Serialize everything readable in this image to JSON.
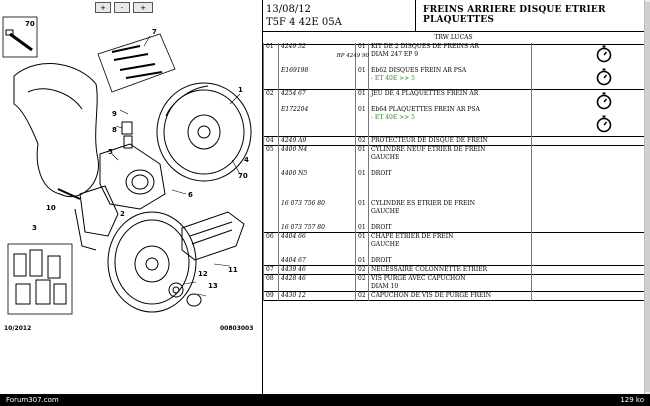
{
  "toolbar": {
    "zoom_in": "+",
    "zoom_out": "-",
    "zoom_fit": "+"
  },
  "diagram": {
    "callouts": [
      "70",
      "7",
      "9",
      "8",
      "1",
      "6",
      "5",
      "10",
      "2",
      "3",
      "11",
      "12",
      "13",
      "70",
      "4"
    ],
    "date_code": "10/2012",
    "ref_code": "00803003"
  },
  "header": {
    "date": "13/08/12",
    "ref": "T5F 4 42E 05A",
    "title": "FREINS ARRIERE DISQUE ETRIER PLAQUETTES"
  },
  "brand": "TRW LUCAS",
  "rows": [
    {
      "num": "01",
      "parts": [
        {
          "ref": "4249 52",
          "qty": "01",
          "desc": "KIT DE 2 DISQUES DE FREINS AR",
          "desc2": "DIAM 247 EP 9",
          "rp": "RP 4249 90",
          "stop": true
        },
        {
          "ref": "E169198",
          "qty": "01",
          "desc": "Eb62 DISQUES FREIN AR PSA",
          "note": "- ET 40E >> 5",
          "stop": true
        }
      ]
    },
    {
      "num": "02",
      "parts": [
        {
          "ref": "4254 67",
          "qty": "01",
          "desc": "JEU DE 4 PLAQUETTES FREIN AR",
          "stop": true
        },
        {
          "ref": "E172204",
          "qty": "01",
          "desc": "Eb64 PLAQUETTES FREIN AR PSA",
          "note": "- ET 40E >> 5",
          "stop": true
        }
      ]
    },
    {
      "num": "04",
      "parts": [
        {
          "ref": "4249 A9",
          "qty": "02",
          "desc": "PROTECTEUR DE DISQUE DE FREIN"
        }
      ]
    },
    {
      "num": "05",
      "parts": [
        {
          "ref": "4400 N4",
          "qty": "01",
          "desc": "CYLINDRE NEUF ETRIER DE FREIN",
          "desc2": "GAUCHE"
        },
        {
          "ref": "4400 N5",
          "qty": "01",
          "desc": "DROIT"
        },
        {
          "ref": "16 073 756 80",
          "qty": "01",
          "desc": "CYLINDRE ES ETRIER DE FREIN",
          "desc2": "GAUCHE"
        },
        {
          "ref": "16 073 757 80",
          "qty": "01",
          "desc": "DROIT"
        }
      ]
    },
    {
      "num": "06",
      "parts": [
        {
          "ref": "4404 66",
          "qty": "01",
          "desc": "CHAPE ETRIER DE FREIN",
          "desc2": "GAUCHE"
        },
        {
          "ref": "4404 67",
          "qty": "01",
          "desc": "DROIT"
        }
      ]
    },
    {
      "num": "07",
      "parts": [
        {
          "ref": "4439 46",
          "qty": "02",
          "desc": "NECESSAIRE COLONNETTE ETRIER"
        }
      ]
    },
    {
      "num": "08",
      "parts": [
        {
          "ref": "4428 46",
          "qty": "02",
          "desc": "VIS PURGE AVEC CAPUCHON",
          "desc2": "DIAM 10"
        }
      ]
    },
    {
      "num": "09",
      "parts": [
        {
          "ref": "4430 12",
          "qty": "02",
          "desc": "CAPUCHON DE VIS DE PURGE FREIN"
        }
      ]
    }
  ],
  "footer": {
    "left": "Forum307.com",
    "right": "129 ko"
  }
}
